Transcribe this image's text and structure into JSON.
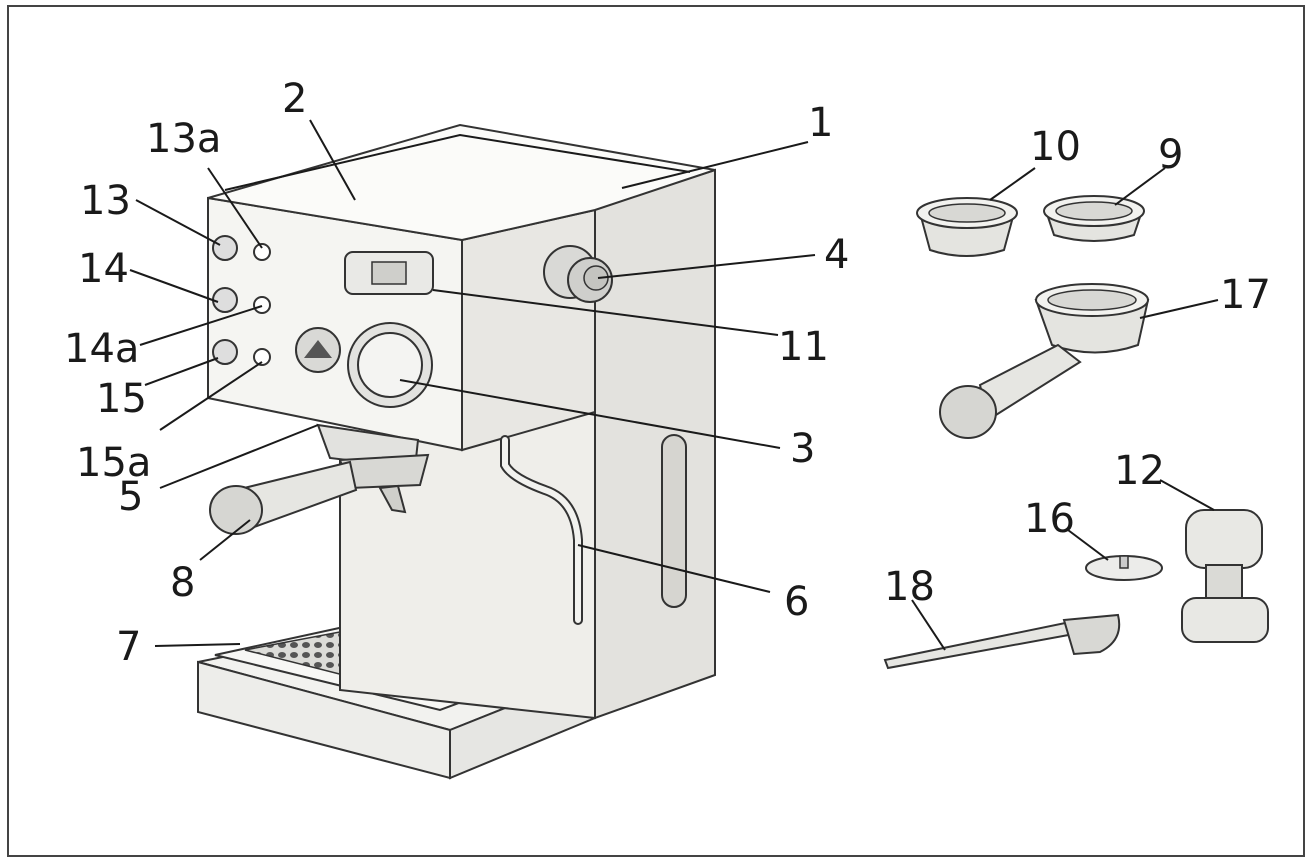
{
  "diagram": {
    "callouts": [
      {
        "id": "1",
        "text": "1"
      },
      {
        "id": "2",
        "text": "2"
      },
      {
        "id": "3",
        "text": "3"
      },
      {
        "id": "4",
        "text": "4"
      },
      {
        "id": "5",
        "text": "5"
      },
      {
        "id": "6",
        "text": "6"
      },
      {
        "id": "7",
        "text": "7"
      },
      {
        "id": "8",
        "text": "8"
      },
      {
        "id": "9",
        "text": "9"
      },
      {
        "id": "10",
        "text": "10"
      },
      {
        "id": "11",
        "text": "11"
      },
      {
        "id": "12",
        "text": "12"
      },
      {
        "id": "13",
        "text": "13"
      },
      {
        "id": "13a",
        "text": "13a"
      },
      {
        "id": "14",
        "text": "14"
      },
      {
        "id": "14a",
        "text": "14a"
      },
      {
        "id": "15",
        "text": "15"
      },
      {
        "id": "15a",
        "text": "15a"
      },
      {
        "id": "16",
        "text": "16"
      },
      {
        "id": "17",
        "text": "17"
      },
      {
        "id": "18",
        "text": "18"
      }
    ]
  }
}
